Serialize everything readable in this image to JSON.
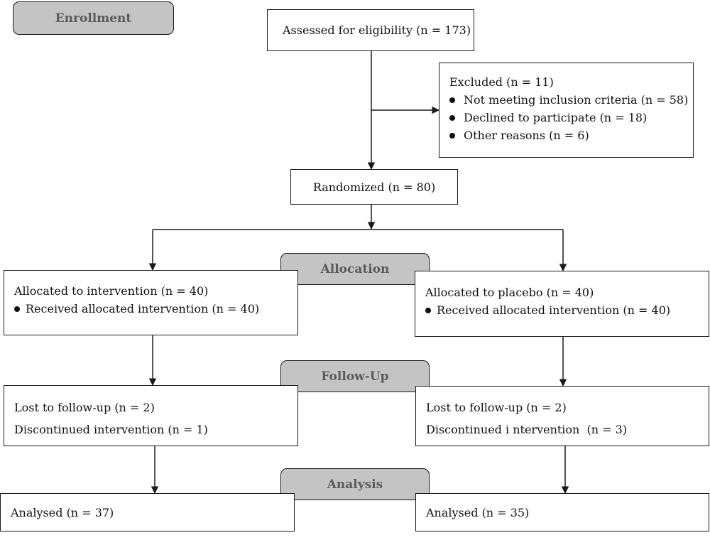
{
  "stages": {
    "enrollment": "Enrollment",
    "allocation": "Allocation",
    "follow_up": "Follow-Up",
    "analysis": "Analysis"
  },
  "assessed": "Assessed for eligibility (n = 173)",
  "excluded": {
    "title": "Excluded (n = 11)",
    "items": [
      "Not meeting inclusion criteria (n = 58)",
      "Declined to participate (n = 18)",
      "Other reasons (n = 6)"
    ]
  },
  "randomized": "Randomized (n = 80)",
  "intervention_arm": {
    "allocated": "Allocated to intervention (n = 40)",
    "received": "Received allocated intervention (n = 40)",
    "lost": "Lost to follow-up (n = 2)",
    "discontinued": "Discontinued intervention (n = 1)",
    "analysed": "Analysed (n = 37)"
  },
  "placebo_arm": {
    "allocated": "Allocated to placebo (n = 40)",
    "received": "Received allocated intervention (n = 40)",
    "lost": "Lost to follow-up (n = 2)",
    "discontinued": "Discontinued i ntervention  (n = 3)",
    "analysed": "Analysed (n = 35)"
  }
}
